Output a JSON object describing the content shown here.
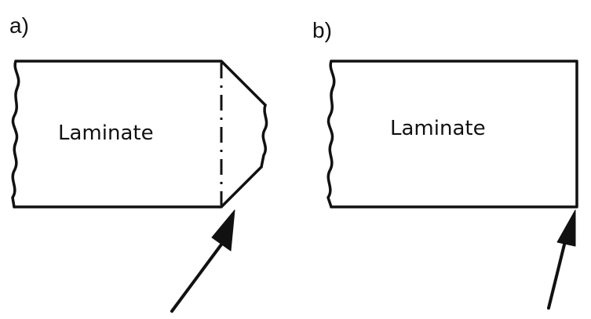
{
  "panels": {
    "a": {
      "label": "a)",
      "laminate_text": "Laminate"
    },
    "b": {
      "label": "b)",
      "laminate_text": "Laminate"
    }
  },
  "colors": {
    "ink": "#111111",
    "background": "#ffffff"
  }
}
